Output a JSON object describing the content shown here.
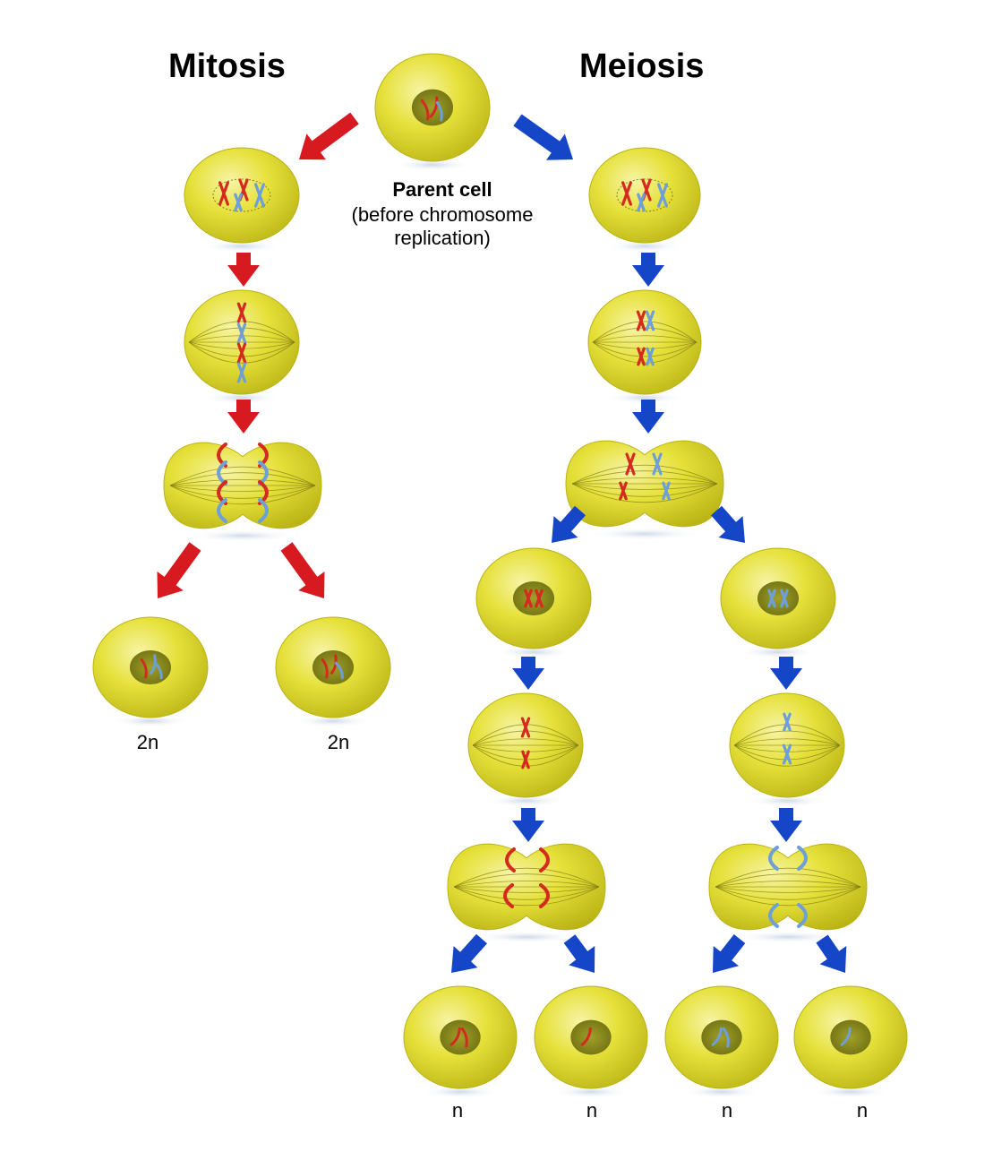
{
  "titles": {
    "mitosis": "Mitosis",
    "meiosis": "Meiosis"
  },
  "parent_cell": {
    "title": "Parent cell",
    "line1": "(before chromosome",
    "line2": "replication)"
  },
  "ploidy": {
    "mitosis_daughters": [
      "2n",
      "2n"
    ],
    "meiosis_daughters": [
      "n",
      "n",
      "n",
      "n"
    ]
  },
  "colors": {
    "mitosis_arrow": "#d71920",
    "meiosis_arrow": "#1646c8",
    "cell_fill": "#e6e13a",
    "cell_dark": "#b9b314",
    "nucleus": "#8a8a1e",
    "chromosome_maternal": "#d42a1f",
    "chromosome_paternal": "#6e9fd8"
  }
}
